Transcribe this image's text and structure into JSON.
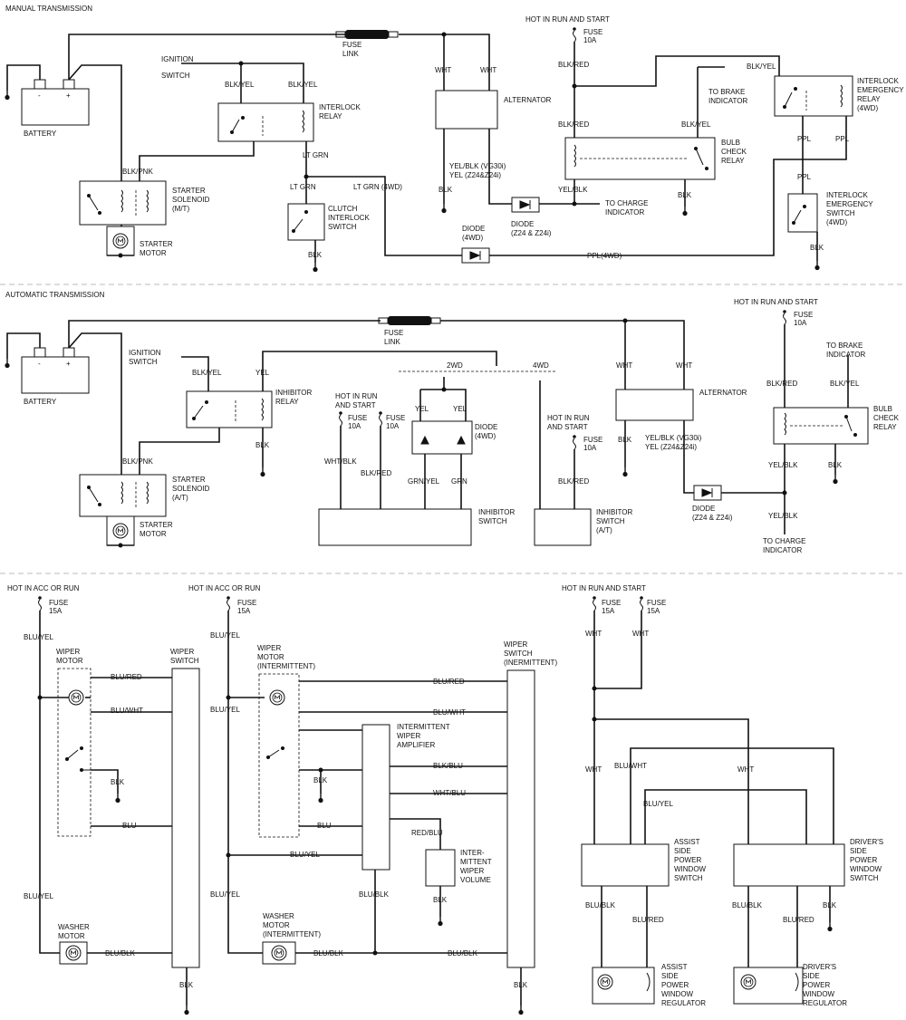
{
  "mt": {
    "title": "MANUAL TRANSMISSION",
    "battery": "BATTERY",
    "fuse_link": [
      "FUSE",
      "LINK"
    ],
    "ignition_switch": [
      "IGNITION",
      "SWITCH"
    ],
    "blk_yel": "BLK/YEL",
    "interlock_relay": [
      "INTERLOCK",
      "RELAY"
    ],
    "blk_pnk": "BLK/PNK",
    "starter_solenoid": [
      "STARTER",
      "SOLENOID",
      "(M/T)"
    ],
    "starter_motor": [
      "STARTER",
      "MOTOR"
    ],
    "lt_grn": "LT GRN",
    "lt_grn_4wd": "LT GRN (4WD)",
    "clutch_switch": [
      "CLUTCH",
      "INTERLOCK",
      "SWITCH"
    ],
    "blk": "BLK",
    "wht": "WHT",
    "alternator": "ALTERNATOR",
    "yel_blk_lines": [
      "YEL/BLK (VG30i)",
      "YEL (Z24&Z24i)"
    ],
    "hot_run_start": "HOT IN RUN AND START",
    "fuse": "FUSE",
    "fuse_10a": "10A",
    "blk_red": "BLK/RED",
    "to_brake": [
      "TO BRAKE",
      "INDICATOR"
    ],
    "bulb_check": [
      "BULB",
      "CHECK",
      "RELAY"
    ],
    "yel_blk": "YEL/BLK",
    "to_charge": [
      "TO CHARGE",
      "INDICATOR"
    ],
    "diode_z24": [
      "DIODE",
      "(Z24 & Z24i)"
    ],
    "diode_4wd": [
      "DIODE",
      "(4WD)"
    ],
    "ppl_4wd": "PPL(4WD)",
    "emerg_relay": [
      "INTERLOCK",
      "EMERGENCY",
      "RELAY",
      "(4WD)"
    ],
    "ppl": "PPL",
    "emerg_switch": [
      "INTERLOCK",
      "EMERGENCY",
      "SWITCH",
      "(4WD)"
    ]
  },
  "at": {
    "title": "AUTOMATIC TRANSMISSION",
    "battery": "BATTERY",
    "fuse_link": [
      "FUSE",
      "LINK"
    ],
    "ignition_switch": [
      "IGNITION",
      "SWITCH"
    ],
    "blk_yel": "BLK/YEL",
    "yel": "YEL",
    "inhibitor_relay": [
      "INHIBITOR",
      "RELAY"
    ],
    "blk": "BLK",
    "blk_pnk": "BLK/PNK",
    "starter_solenoid": [
      "STARTER",
      "SOLENOID",
      "(A/T)"
    ],
    "starter_motor": [
      "STARTER",
      "MOTOR"
    ],
    "two_wd": "2WD",
    "four_wd": "4WD",
    "hot_run_and_start": [
      "HOT IN RUN",
      "AND START"
    ],
    "fuse": "FUSE",
    "fuse_10a": "10A",
    "wht_blk": "WHT/BLK",
    "blk_red": "BLK/RED",
    "diode_4wd": [
      "DIODE",
      "(4WD)"
    ],
    "grn_yel": "GRN/YEL",
    "grn": "GRN",
    "inhibitor_switch": [
      "INHIBITOR",
      "SWITCH"
    ],
    "inhibitor_switch_at": [
      "INHIBITOR",
      "SWITCH",
      "(A/T)"
    ],
    "wht": "WHT",
    "alternator": "ALTERNATOR",
    "yel_blk_lines": [
      "YEL/BLK (VG30i)",
      "YEL (Z24&Z24i)"
    ],
    "hot_run_start": "HOT IN RUN AND START",
    "to_brake": [
      "TO BRAKE",
      "INDICATOR"
    ],
    "bulb_check": [
      "BULB",
      "CHECK",
      "RELAY"
    ],
    "yel_blk": "YEL/BLK",
    "diode_z24": [
      "DIODE",
      "(Z24 & Z24i)"
    ],
    "to_charge": [
      "TO CHARGE",
      "INDICATOR"
    ]
  },
  "wiper": {
    "hot_acc_run": "HOT IN ACC OR RUN",
    "fuse": "FUSE",
    "fuse_15a": "15A",
    "blu_yel": "BLU/YEL",
    "wiper_motor": [
      "WIPER",
      "MOTOR"
    ],
    "wiper_switch": [
      "WIPER",
      "SWITCH"
    ],
    "blu_red": "BLU/RED",
    "blu_wht": "BLU/WHT",
    "blk": "BLK",
    "blu": "BLU",
    "washer_motor": [
      "WASHER",
      "MOTOR"
    ],
    "blu_blk": "BLU/BLK"
  },
  "intwiper": {
    "hot_acc_run": "HOT IN ACC OR RUN",
    "fuse": "FUSE",
    "fuse_15a": "15A",
    "blu_yel": "BLU/YEL",
    "wiper_motor_int": [
      "WIPER",
      "MOTOR",
      "(INTERMITTENT)"
    ],
    "wiper_switch_int": [
      "WIPER",
      "SWITCH",
      "(INERMITTENT)"
    ],
    "blu_red": "BLU/RED",
    "blu_wht": "BLU/WHT",
    "amplifier": [
      "INTERMITTENT",
      "WIPER",
      "AMPLIFIER"
    ],
    "blk_blu": "BLK/BLU",
    "wht_blu": "WHT/BLU",
    "blk": "BLK",
    "blu": "BLU",
    "red_blu": "RED/BLU",
    "volume": [
      "INTER-",
      "MITTENT",
      "WIPER",
      "VOLUME"
    ],
    "blu_blk": "BLU/BLK",
    "washer_motor_int": [
      "WASHER",
      "MOTOR",
      "(INTERMITTENT)"
    ]
  },
  "window": {
    "hot_run_start": "HOT IN RUN AND START",
    "fuse": "FUSE",
    "fuse_15a": "15A",
    "wht": "WHT",
    "blu_wht": "BLU/WHT",
    "blu_yel": "BLU/YEL",
    "assist_switch": [
      "ASSIST",
      "SIDE",
      "POWER",
      "WINDOW",
      "SWITCH"
    ],
    "driver_switch": [
      "DRIVER'S",
      "SIDE",
      "POWER",
      "WINDOW",
      "SWITCH"
    ],
    "blu_blk": "BLU/BLK",
    "blu_red": "BLU/RED",
    "blk": "BLK",
    "assist_reg": [
      "ASSIST",
      "SIDE",
      "POWER",
      "WINDOW",
      "REGULATOR"
    ],
    "driver_reg": [
      "DRIVER'S",
      "SIDE",
      "POWER",
      "WINDOW",
      "REGULATOR"
    ]
  }
}
